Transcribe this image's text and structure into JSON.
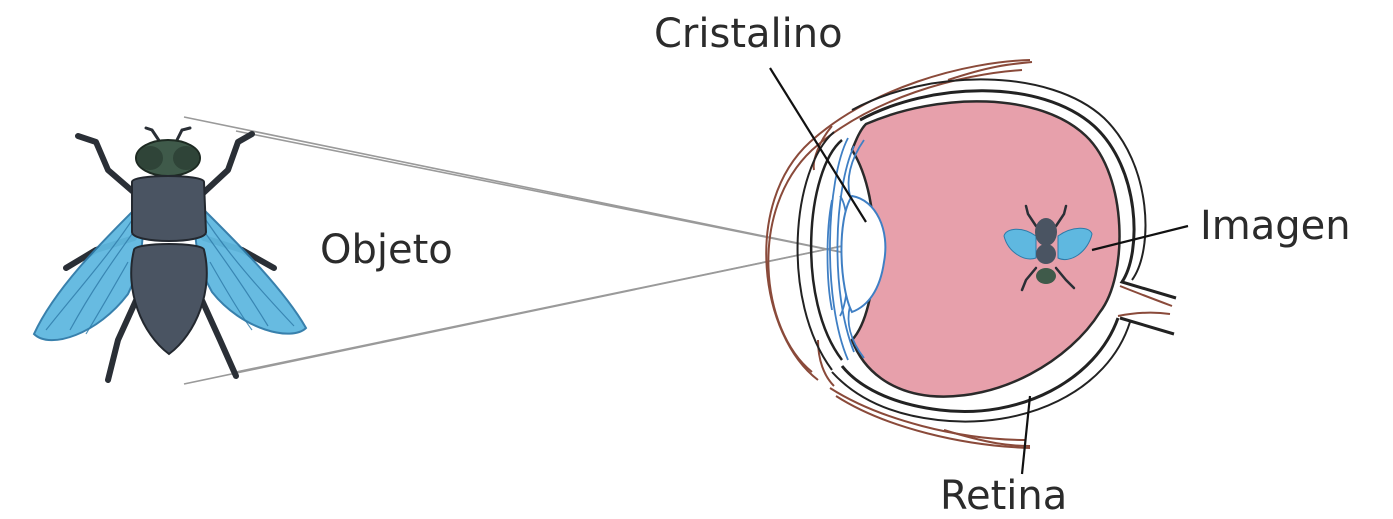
{
  "labels": {
    "lens": "Cristalino",
    "object": "Objeto",
    "image": "Imagen",
    "retina": "Retina"
  },
  "icons": {
    "object": "fly-icon",
    "image": "inverted-fly-icon",
    "organ": "eye-cross-section-icon"
  },
  "colors": {
    "fly_body": "#4a5462",
    "fly_head": "#3f5a4a",
    "fly_wing": "#5fb8e0",
    "eye_interior": "#e7a0ab",
    "eye_outline": "#222222",
    "eye_tissue": "#8a4a3a",
    "lens_lines": "#3f7fc4",
    "ray_lines": "#9a9a9a"
  }
}
